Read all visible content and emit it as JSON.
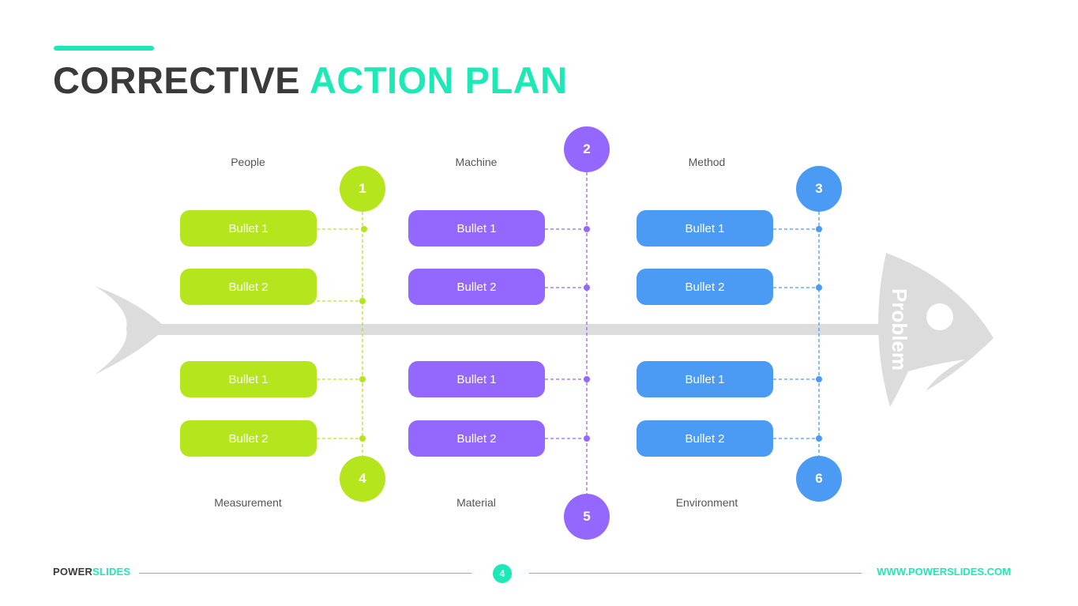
{
  "title": {
    "dark": "CORRECTIVE",
    "accent": "ACTION PLAN"
  },
  "colors": {
    "green": "#b5e61d",
    "purple": "#9468ff",
    "blue": "#4b9bf5",
    "accent": "#1de9b6",
    "fish": "#dcdcdc"
  },
  "head_label": "Problem",
  "columns": [
    {
      "top_category": "People",
      "top_number": "1",
      "bottom_category": "Measurement",
      "bottom_number": "4",
      "top_items": [
        "Bullet 1",
        "Bullet 2"
      ],
      "bottom_items": [
        "Bullet 1",
        "Bullet 2"
      ]
    },
    {
      "top_category": "Machine",
      "top_number": "2",
      "bottom_category": "Material",
      "bottom_number": "5",
      "top_items": [
        "Bullet 1",
        "Bullet 2"
      ],
      "bottom_items": [
        "Bullet 1",
        "Bullet 2"
      ]
    },
    {
      "top_category": "Method",
      "top_number": "3",
      "bottom_category": "Environment",
      "bottom_number": "6",
      "top_items": [
        "Bullet 1",
        "Bullet 2"
      ],
      "bottom_items": [
        "Bullet 1",
        "Bullet 2"
      ]
    }
  ],
  "footer": {
    "brand_dark": "POWER",
    "brand_accent": "SLIDES",
    "page": "4",
    "url": "WWW.POWERSLIDES.COM"
  }
}
